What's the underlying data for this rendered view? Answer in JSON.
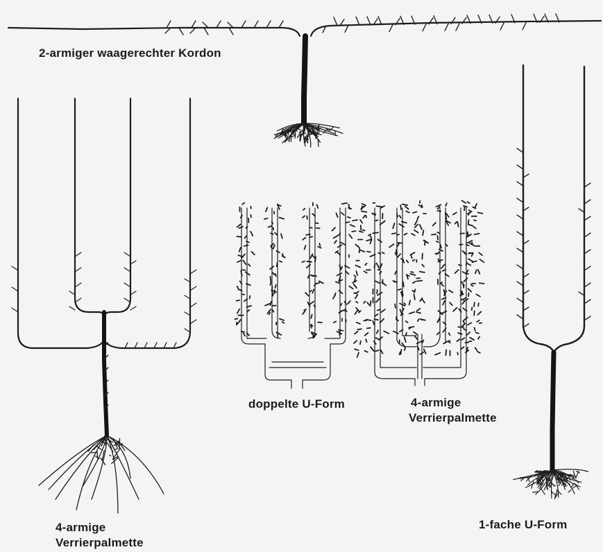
{
  "labels": {
    "cordon": "2-armiger waagerechter Kordon",
    "double_u": "doppelte U-Form",
    "verrier_center_line1": "4-armige",
    "verrier_center_line2": "Verrierpalmette",
    "verrier_left_line1": "4-armige",
    "verrier_left_line2": "Verrierpalmette",
    "single_u": "1-fache U-Form"
  },
  "colors": {
    "background": "#f4f4f2",
    "ink": "#1a1a1a"
  }
}
